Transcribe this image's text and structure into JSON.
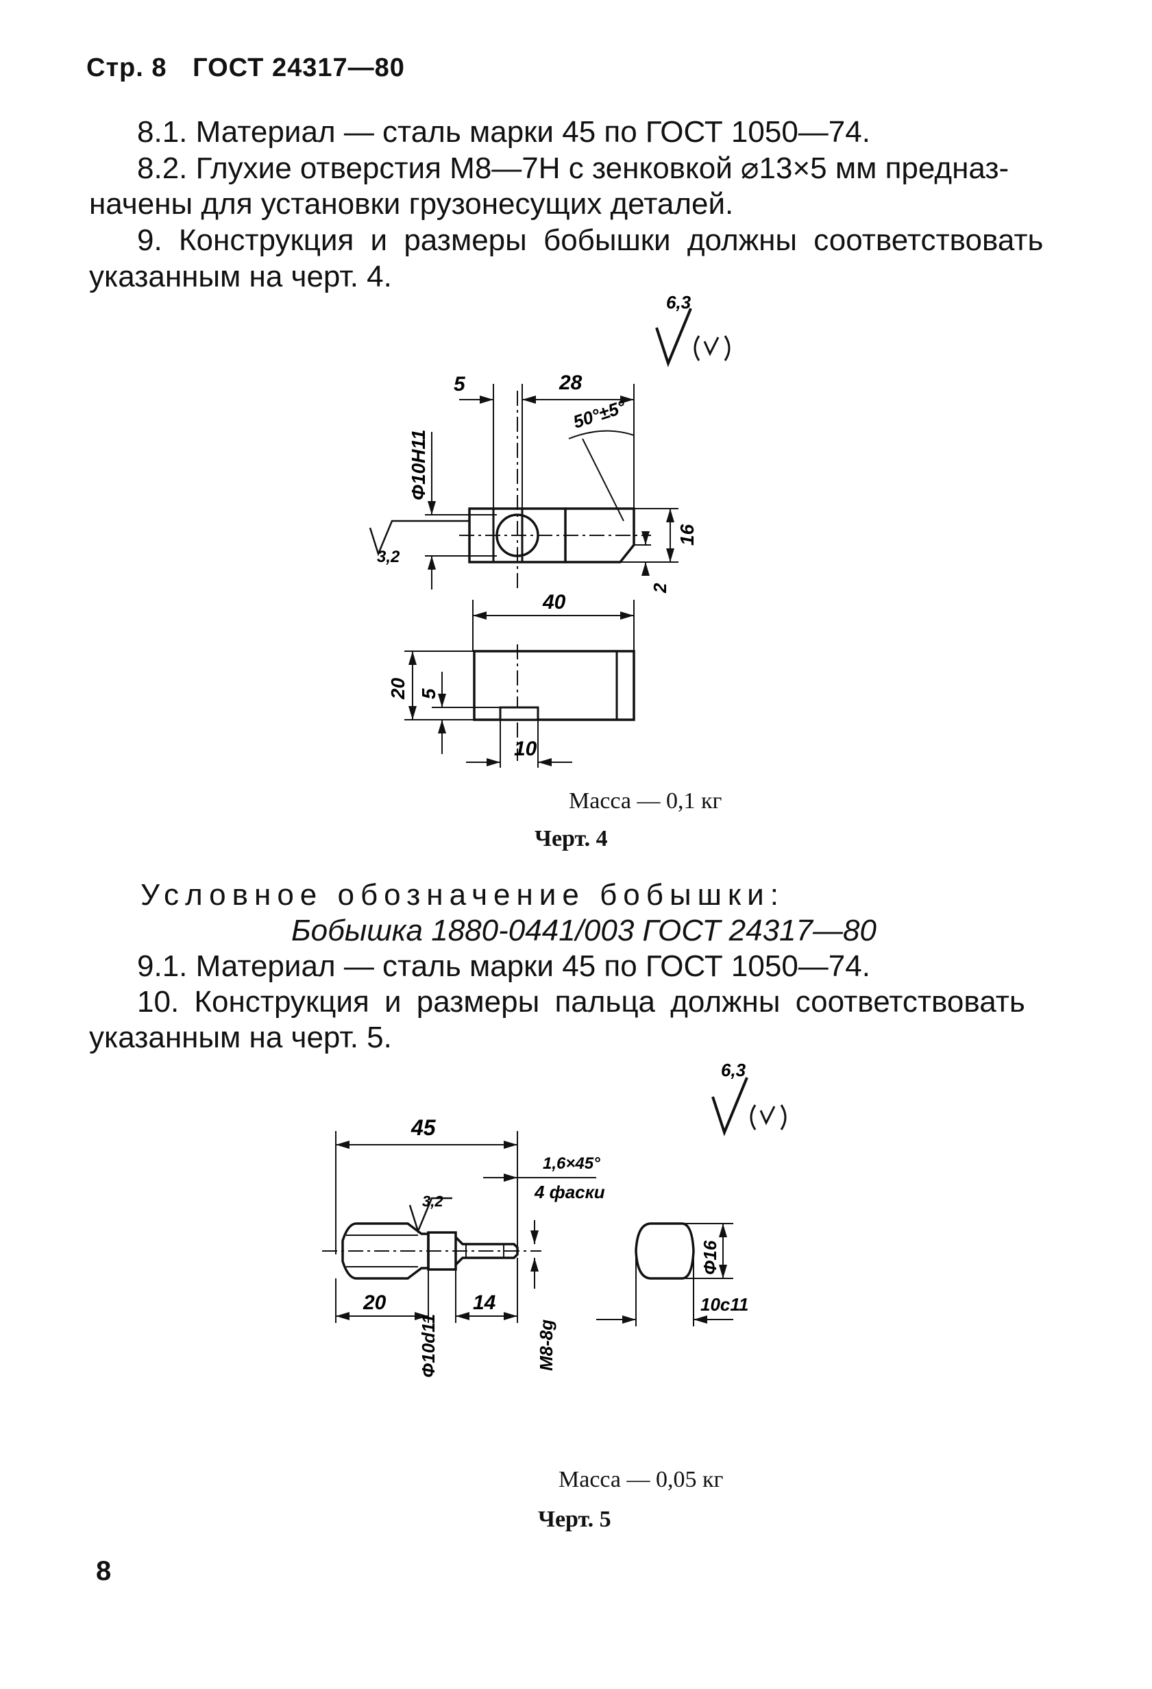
{
  "header": {
    "page": "Стр. 8",
    "standard": "ГОСТ 24317—80"
  },
  "paragraphs": {
    "p8_1": "8.1. Материал — сталь марки 45 по ГОСТ 1050—74.",
    "p8_2a": "8.2. Глухие отверстия М8—7Н с зенковкой ⌀13×5 мм предназ-",
    "p8_2b": "начены для установки грузонесущих деталей.",
    "p9a": "9. Конструкция и размеры бобышки должны соответствовать",
    "p9b": "указанным на черт. 4.",
    "designation_title": "Условное обозначение бобышки:",
    "designation_value": "Бобышка 1880-0441/003 ГОСТ 24317—80",
    "p9_1": "9.1. Материал — сталь марки 45 по ГОСТ 1050—74.",
    "p10a": "10. Конструкция и размеры пальца должны соответствовать",
    "p10b": "указанным на черт. 5."
  },
  "figure4": {
    "roughness_top": "6,3",
    "roughness_local": "3,2",
    "dims": {
      "d5": "5",
      "d28": "28",
      "angle": "50°±5°",
      "hole": "Φ10Н11",
      "d16": "16",
      "d2": "2",
      "d40": "40",
      "d20": "20",
      "d5v": "5",
      "d10": "10"
    },
    "mass": "Масса — 0,1 кг",
    "caption": "Черт. 4"
  },
  "figure5": {
    "roughness_top": "6,3",
    "roughness_local": "3,2",
    "dims": {
      "d45": "45",
      "chamfer": "1,6×45°",
      "chamfer_note": "4 фаски",
      "d20": "20",
      "d14": "14",
      "shank": "Φ10d11",
      "thread": "М8-8g",
      "d16": "Φ16",
      "flat": "10с11"
    },
    "mass": "Масса — 0,05 кг",
    "caption": "Черт. 5"
  },
  "page_number": "8"
}
